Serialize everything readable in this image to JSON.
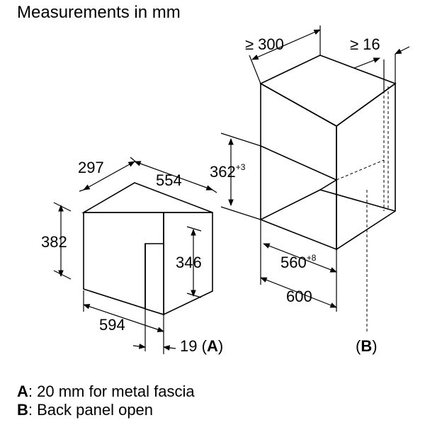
{
  "title": "Measurements in mm",
  "oven": {
    "depth": "297",
    "width": "554",
    "height": "382",
    "inner_height": "346",
    "front_width": "594",
    "fascia": "19",
    "fascia_marker": "A"
  },
  "cabinet": {
    "depth_min": "≥ 300",
    "gap_min": "≥ 16",
    "opening_height": "362",
    "opening_height_tol": "+3",
    "opening_width": "560",
    "opening_width_tol": "+8",
    "outer_width": "600",
    "back_marker": "B"
  },
  "legend": [
    {
      "key": "A",
      "text": ": 20 mm for metal fascia"
    },
    {
      "key": "B",
      "text": ": Back panel open"
    }
  ]
}
